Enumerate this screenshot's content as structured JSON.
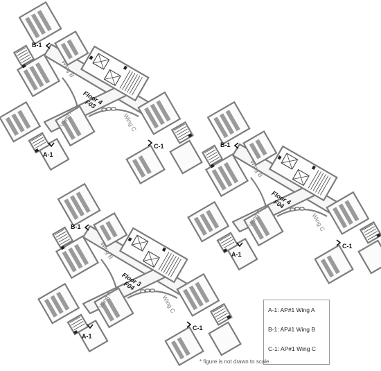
{
  "buildings": [
    {
      "id": "floor4-f03",
      "floor_label": [
        "Floor 4",
        "F03"
      ],
      "wings": [
        "Wing B",
        "Wing A",
        "Wing C"
      ],
      "access_points": [
        "B-1",
        "A-1",
        "C-1"
      ]
    },
    {
      "id": "floor4-f04",
      "floor_label": [
        "Floor 4",
        "F04"
      ],
      "wings": [
        "Wing B",
        "Wing A",
        "Wing C"
      ],
      "access_points": [
        "B-1",
        "A-1",
        "C-1"
      ]
    },
    {
      "id": "floor3-f04",
      "floor_label": [
        "Floor 3",
        "F04"
      ],
      "wings": [
        "Wing B",
        "Wing A",
        "Wing C"
      ],
      "access_points": [
        "B-1",
        "A-1",
        "C-1"
      ]
    }
  ],
  "legend": [
    "A-1: AP#1 Wing A",
    "B-1: AP#1 Wing B",
    "C-1: AP#1 Wing C"
  ],
  "note": "* figure is not drawn to scale"
}
